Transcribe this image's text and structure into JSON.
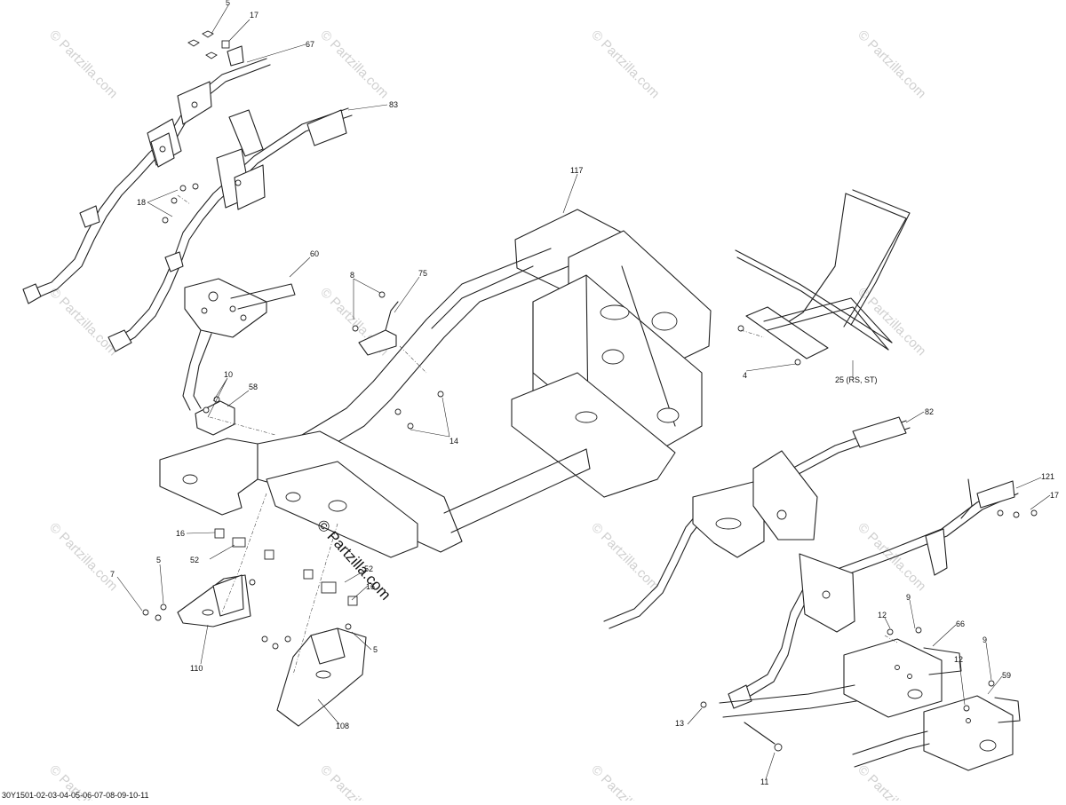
{
  "diagram": {
    "callouts": [
      {
        "id": "c5a",
        "text": "5"
      },
      {
        "id": "c17a",
        "text": "17"
      },
      {
        "id": "c67",
        "text": "67"
      },
      {
        "id": "c83",
        "text": "83"
      },
      {
        "id": "c18",
        "text": "18"
      },
      {
        "id": "c117",
        "text": "117"
      },
      {
        "id": "c60",
        "text": "60"
      },
      {
        "id": "c8",
        "text": "8"
      },
      {
        "id": "c75",
        "text": "75"
      },
      {
        "id": "c10",
        "text": "10"
      },
      {
        "id": "c58",
        "text": "58"
      },
      {
        "id": "c14",
        "text": "14"
      },
      {
        "id": "c4",
        "text": "4"
      },
      {
        "id": "c25",
        "text": "25 (RS, ST)"
      },
      {
        "id": "c82",
        "text": "82"
      },
      {
        "id": "c121",
        "text": "121"
      },
      {
        "id": "c17b",
        "text": "17"
      },
      {
        "id": "c16a",
        "text": "16"
      },
      {
        "id": "c52a",
        "text": "52"
      },
      {
        "id": "c7",
        "text": "7"
      },
      {
        "id": "c5b",
        "text": "5"
      },
      {
        "id": "c52b",
        "text": "52"
      },
      {
        "id": "c16b",
        "text": "16"
      },
      {
        "id": "c5c",
        "text": "5"
      },
      {
        "id": "c110",
        "text": "110"
      },
      {
        "id": "c108",
        "text": "108"
      },
      {
        "id": "c9a",
        "text": "9"
      },
      {
        "id": "c12a",
        "text": "12"
      },
      {
        "id": "c66",
        "text": "66"
      },
      {
        "id": "c9b",
        "text": "9"
      },
      {
        "id": "c12b",
        "text": "12"
      },
      {
        "id": "c59",
        "text": "59"
      },
      {
        "id": "c13",
        "text": "13"
      },
      {
        "id": "c11",
        "text": "11"
      }
    ],
    "center_watermark": "© Partzilla.com",
    "watermark": "© Partzilla.com",
    "footer_code": "30Y1501-02-03-04-05-06-07-08-09-10-11"
  }
}
